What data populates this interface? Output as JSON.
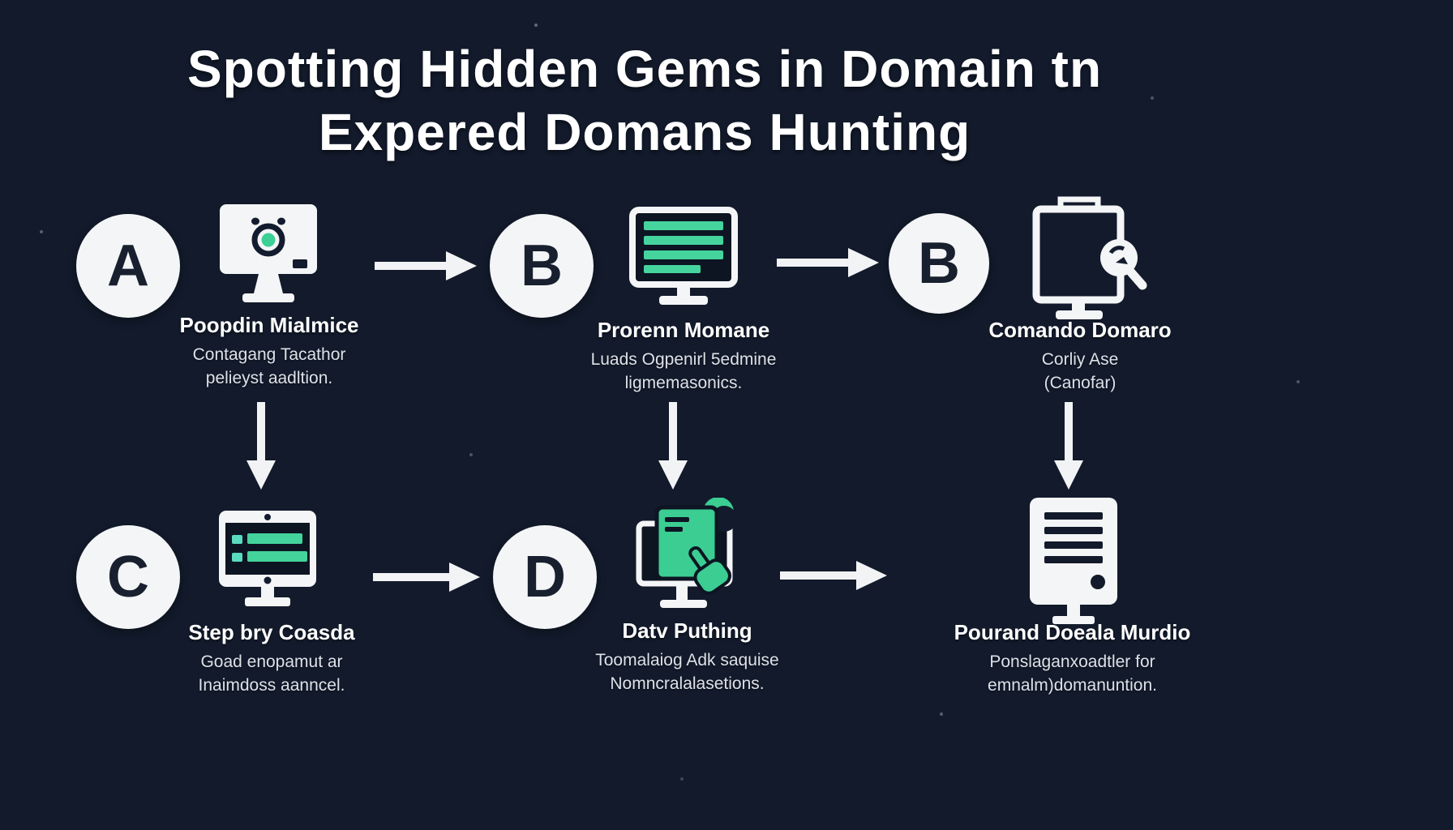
{
  "title": {
    "line1": "Spotting Hidden Gems in Domain tn",
    "line2": "Expered Domans Hunting"
  },
  "colors": {
    "background": "#121a2b",
    "panel_dark": "#0d1523",
    "accent_green": "#3ecf96",
    "white": "#f4f5f7"
  },
  "steps": [
    {
      "letter": "A",
      "icon": "monitor-camera-icon",
      "title": "Poopdin Mialmice",
      "line1": "Contagang Tacathor",
      "line2": "pelieyst aadltion."
    },
    {
      "letter": "B",
      "icon": "monitor-list-icon",
      "title": "Prorenn Momane",
      "line1": "Luads Ogpenirl 5edmine",
      "line2": "ligmemasonics."
    },
    {
      "letter": "B",
      "icon": "document-search-icon",
      "title": "Comando Domaro",
      "line1": "Corliy Ase",
      "line2": "(Canofar)"
    },
    {
      "letter": "C",
      "icon": "monitor-form-icon",
      "title": "Step bry Coasda",
      "line1": "Goad enopamut ar",
      "line2": "Inaimdoss aanncel."
    },
    {
      "letter": "D",
      "icon": "data-pushing-icon",
      "title": "Datv Puthing",
      "line1": "Toomalaiog Adk saquise",
      "line2": "Nomncralalasetions."
    },
    {
      "letter": "",
      "icon": "document-stack-icon",
      "title": "Pourand Doeala Murdio",
      "line1": "Ponslaganxoadtler for",
      "line2": "emnalm)domanuntion."
    }
  ]
}
